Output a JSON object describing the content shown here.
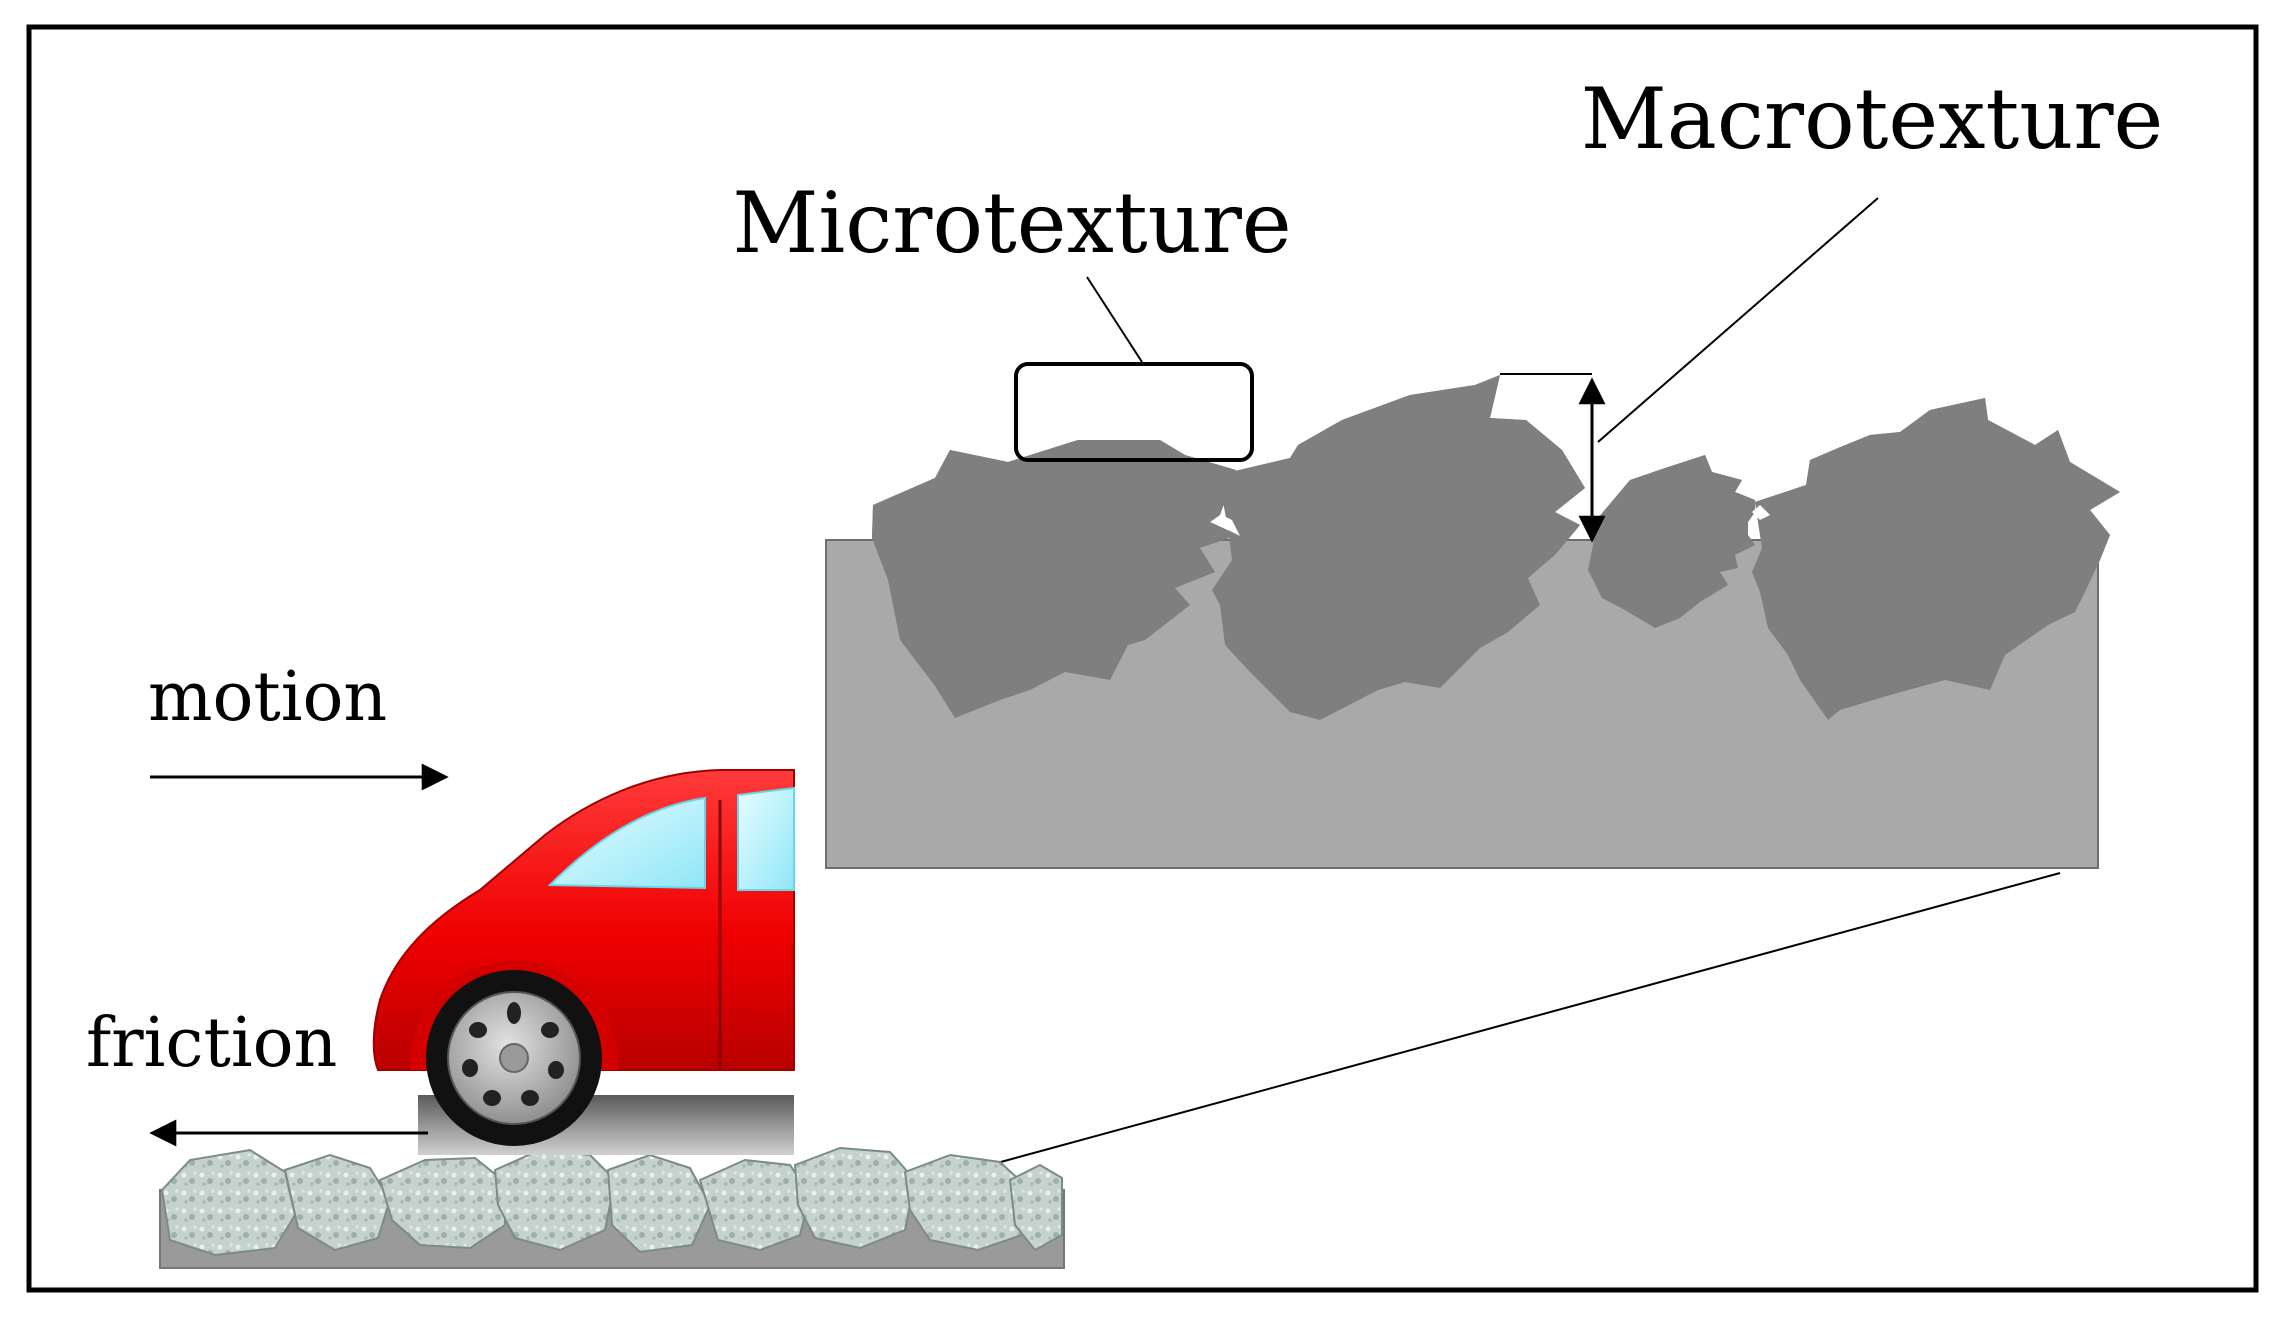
{
  "labels": {
    "microtexture": "Microtexture",
    "macrotexture": "Macrotexture",
    "motion": "motion",
    "friction": "friction"
  },
  "colors": {
    "frame": "#000000",
    "road_base": "#a9a9a9",
    "aggregate": "#7f7f7f",
    "car_body": "#ff0000",
    "car_window": "#a8f0ff",
    "tire": "#111111",
    "rim": "#a8a8a8",
    "stone": "#c4d0cc",
    "road_strip": "#9a9a9a"
  },
  "icons": {
    "car": "car-icon",
    "motion_arrow": "arrow-right-icon",
    "friction_arrow": "arrow-left-icon",
    "height_arrow": "double-arrow-vertical-icon"
  }
}
